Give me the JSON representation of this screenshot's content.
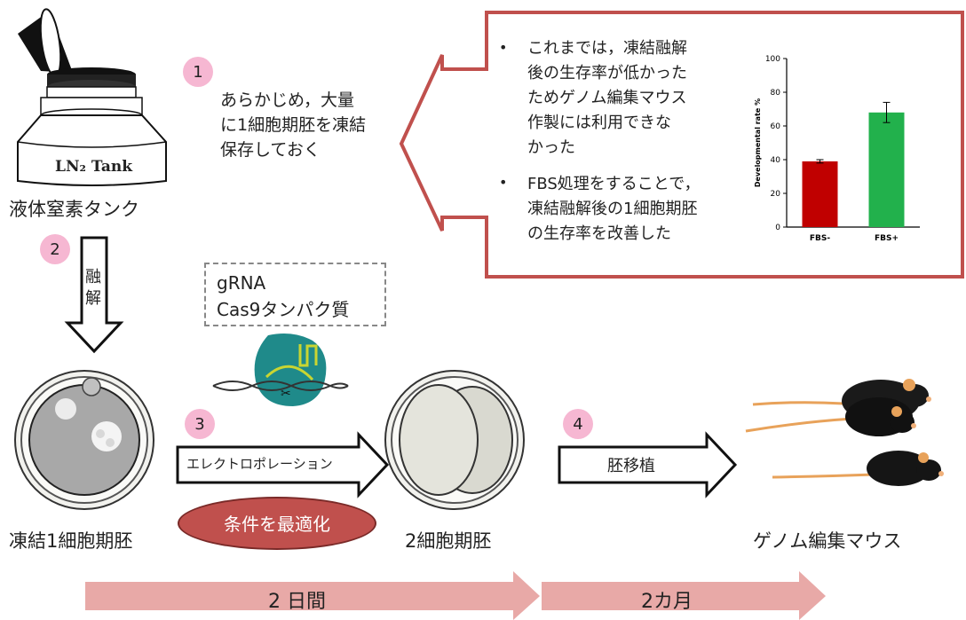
{
  "tank": {
    "label": "LN₂ Tank",
    "caption": "液体窒素タンク"
  },
  "steps": {
    "s1": "1",
    "s2": "2",
    "s3": "3",
    "s4": "4"
  },
  "step1_text": [
    "あらかじめ，大量",
    "に1細胞期胚を凍結",
    "保存しておく"
  ],
  "thaw_label": [
    "融",
    "解"
  ],
  "reagent_box": [
    "gRNA",
    "Cas9タンパク質"
  ],
  "electroporation_label": "エレクトロポレーション",
  "optimize_label": "条件を最適化",
  "transfer_label": "胚移植",
  "labels": {
    "frozen_embryo": "凍結1細胞期胚",
    "two_cell": "2細胞期胚",
    "mouse": "ゲノム編集マウス"
  },
  "timeline": {
    "first": "2 日間",
    "second": "2カ月"
  },
  "callout": {
    "bullets": [
      [
        "これまでは，凍結融解",
        "後の生存率が低かった",
        "ためゲノム編集マウス",
        "作製には利用できな",
        "かった"
      ],
      [
        "FBS処理をすることで，",
        "凍結融解後の1細胞期胚",
        "の生存率を改善した"
      ]
    ]
  },
  "chart_data": {
    "type": "bar",
    "categories": [
      "FBS-",
      "FBS+"
    ],
    "values": [
      39,
      68
    ],
    "errors": [
      1,
      6
    ],
    "ylabel": "Developmental rate %",
    "ylim": [
      0,
      100
    ],
    "yticks": [
      0,
      20,
      40,
      60,
      80,
      100
    ],
    "bar_colors": [
      "#c00000",
      "#22b14c"
    ]
  },
  "colors": {
    "callout_border": "#c0504d",
    "badge": "#f6b7d2",
    "timeline": "#e8a9a7",
    "optimize": "#c0504d"
  }
}
